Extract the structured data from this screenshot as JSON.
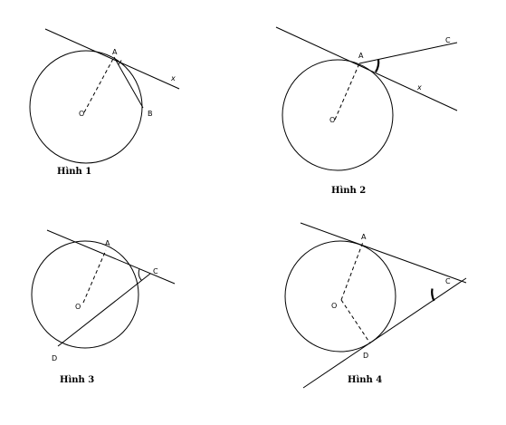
{
  "figures": [
    {
      "caption": "Hình 1",
      "points": {
        "A": "A",
        "O": "O",
        "B": "B",
        "x": "x"
      }
    },
    {
      "caption": "Hình 2",
      "points": {
        "A": "A",
        "O": "O",
        "C": "C",
        "x": "x"
      }
    },
    {
      "caption": "Hình 3",
      "points": {
        "A": "A",
        "O": "O",
        "C": "C",
        "D": "D"
      }
    },
    {
      "caption": "Hình 4",
      "points": {
        "A": "A",
        "O": "O",
        "C": "C",
        "D": "D"
      }
    }
  ]
}
